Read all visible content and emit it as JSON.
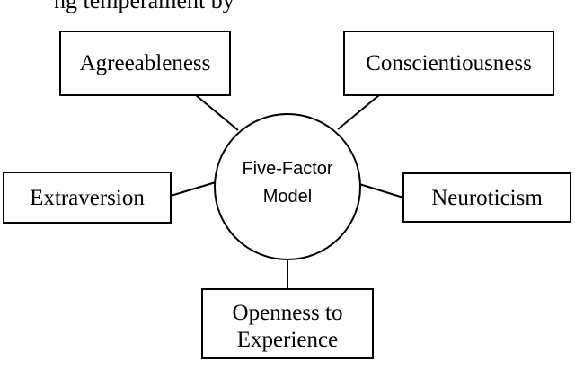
{
  "caption": "ng temperament by",
  "diagram": {
    "center": {
      "line1": "Five-Factor",
      "line2": "Model"
    },
    "nodes": {
      "agreeableness": "Agreeableness",
      "conscientiousness": "Conscientiousness",
      "extraversion": "Extraversion",
      "neuroticism": "Neuroticism",
      "openness_line1": "Openness to",
      "openness_line2": "Experience"
    }
  }
}
